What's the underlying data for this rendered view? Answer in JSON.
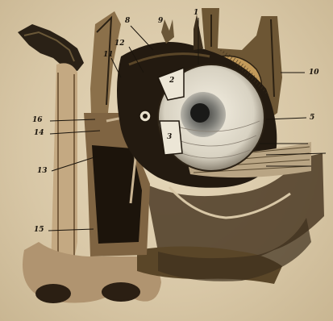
{
  "figure": {
    "subject": "Anatomical engraving of the eye in the orbit, sectioned with the nasal cavity",
    "colors": {
      "paper": "#d9c9a9",
      "ink": "#1a140c",
      "sepia": "#4a3a22",
      "iris": "#8d8d86"
    }
  },
  "labels": {
    "l1": "1",
    "l2": "2",
    "l3": "3",
    "l5": "5",
    "l8": "8",
    "l9": "9",
    "l10": "10",
    "l11": "11",
    "l12": "12",
    "l13": "13",
    "l14": "14",
    "l15": "15",
    "l16": "16"
  }
}
